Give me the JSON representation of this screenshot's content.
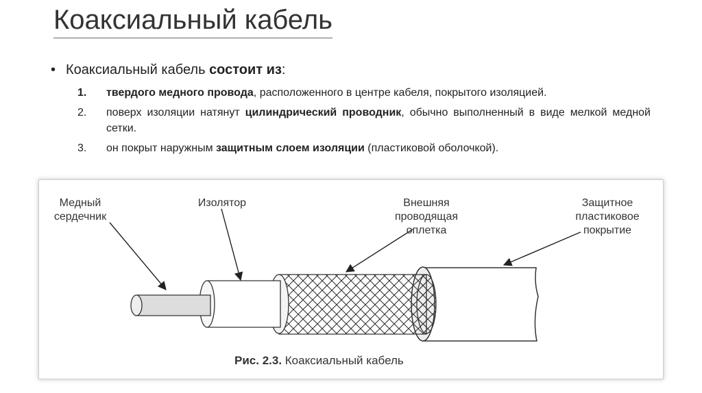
{
  "slide": {
    "title": "Коаксиальный кабель",
    "intro": {
      "bullet": "•",
      "text": "Коаксиальный кабель ",
      "bold": "состоит из",
      "tail": ":"
    },
    "items": [
      {
        "num": "1.",
        "bold": "твердого медного провода",
        "rest": ", расположенного в центре кабеля, покрытого изоляцией."
      },
      {
        "num": "2.",
        "pre": "поверх изоляции натянут ",
        "bold": "цилиндрический проводник",
        "rest": ", обычно выполненный в виде мелкой медной сетки."
      },
      {
        "num": "3.",
        "pre": "он покрыт наружным ",
        "bold": "защитным слоем изоляции",
        "rest": " (пластиковой оболочкой)."
      }
    ]
  },
  "figure": {
    "labels": {
      "core": "Медный\nсердечник",
      "insulator": "Изолятор",
      "braid": "Внешняя\nпроводящая\nоплетка",
      "jacket": "Защитное\nпластиковое\nпокрытие"
    },
    "caption_bold": "Рис. 2.3.",
    "caption_text": " Коаксиальный кабель"
  }
}
